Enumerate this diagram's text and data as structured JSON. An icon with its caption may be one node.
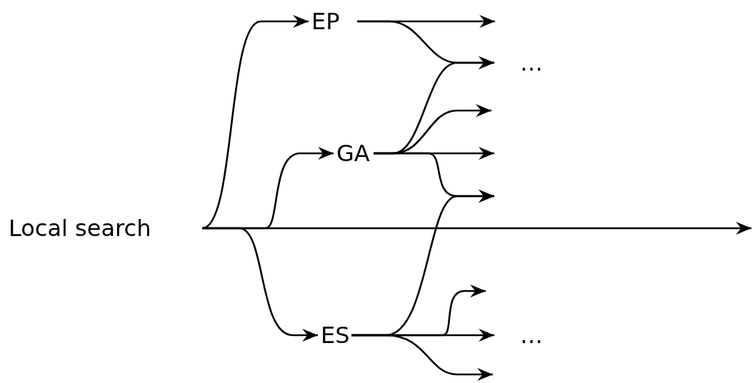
{
  "diagram": {
    "nodes": [
      {
        "text": [
          "Local search"
        ]
      },
      {
        "text": [
          "EP"
        ]
      },
      {
        "text": [
          "…"
        ]
      },
      {
        "text": [
          "GA"
        ]
      },
      {
        "text": [
          "ES"
        ]
      },
      {
        "text": [
          "…"
        ]
      }
    ],
    "edges": [
      {
        "from": 0,
        "to": 1,
        "arrow": "to"
      },
      {
        "from": 0,
        "to": 3,
        "arrow": "to"
      },
      {
        "from": 0,
        "to": 4,
        "arrow": "to"
      },
      {
        "from": 0,
        "to": null,
        "arrow": "to"
      },
      {
        "from": 1,
        "to": null,
        "arrow": "to"
      },
      {
        "from": 1,
        "to": 2,
        "arrow": "to"
      },
      {
        "from": 3,
        "to": 2,
        "arrow": "to"
      },
      {
        "from": 3,
        "to": null,
        "arrow": "to"
      },
      {
        "from": 3,
        "to": null,
        "arrow": "to"
      },
      {
        "from": 3,
        "to": null,
        "arrow": "to"
      },
      {
        "from": 4,
        "to": null,
        "arrow": "to"
      },
      {
        "from": 4,
        "to": null,
        "arrow": "to"
      },
      {
        "from": 4,
        "to": 5,
        "arrow": "to"
      },
      {
        "from": 4,
        "to": null,
        "arrow": "to"
      }
    ]
  }
}
